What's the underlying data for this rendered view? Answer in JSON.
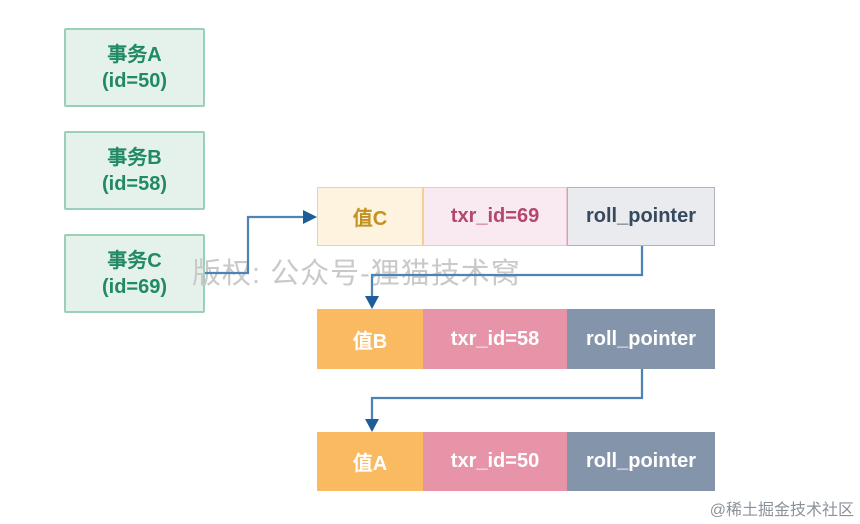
{
  "transactions": [
    {
      "name": "事务A",
      "id_label": "(id=50)"
    },
    {
      "name": "事务B",
      "id_label": "(id=58)"
    },
    {
      "name": "事务C",
      "id_label": "(id=69)"
    }
  ],
  "version_chain": [
    {
      "value": "值C",
      "txr_id": "txr_id=69",
      "roll_pointer": "roll_pointer"
    },
    {
      "value": "值B",
      "txr_id": "txr_id=58",
      "roll_pointer": "roll_pointer"
    },
    {
      "value": "值A",
      "txr_id": "txr_id=50",
      "roll_pointer": "roll_pointer"
    }
  ],
  "watermarks": {
    "center": "版权: 公众号-狸猫技术窝",
    "corner": "@稀土掘金技术社区"
  },
  "colors": {
    "transaction_bg": "#e4f2eb",
    "transaction_border": "#9bd0b8",
    "transaction_text": "#218a63",
    "latest_value_bg": "#fdf3de",
    "latest_value_text": "#c59022",
    "latest_txr_bg": "#f9e9f1",
    "latest_txr_text": "#b5476f",
    "latest_roll_bg": "#e9ebee",
    "latest_roll_text": "#36495e",
    "history_value_bg": "#f9ba62",
    "history_txr_bg": "#e794a9",
    "history_roll_bg": "#8494aa",
    "history_text": "#ffffff",
    "arrow_line": "#4e83b5",
    "arrow_head": "#1d5e99"
  }
}
